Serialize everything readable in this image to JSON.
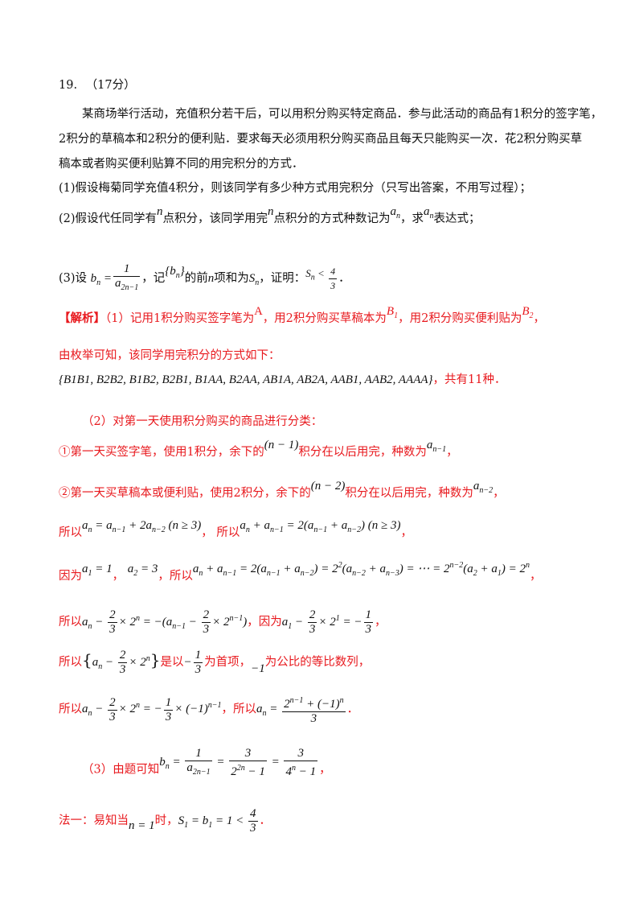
{
  "question": {
    "number": "19.",
    "points": "（17分）",
    "intro_1": "某商场举行活动，充值积分若干后，可以用积分购买特定商品．参与此活动的商品有1积分的签字笔，",
    "intro_2": "2积分的草稿本和2积分的便利贴．要求每天必须用积分购买商品且每天只能购买一次．花2积分购买草",
    "intro_3": "稿本或者购买便利贴算不同的用完积分的方式．",
    "part1": "(1)假设梅菊同学充值4积分，则该同学有多少种方式用完积分（只写出答案，不用写过程）；",
    "part2_a": "(2)假设代任同学有",
    "part2_b": "点积分，该同学用完",
    "part2_c": "点积分的方式种数记为",
    "part2_d": "，求",
    "part2_e": "表达式；",
    "part3_a": "(3)设",
    "part3_b": "，记",
    "part3_c": "的前",
    "part3_d": "项和为",
    "part3_e": "，证明：",
    "part3_f": "．"
  },
  "solution": {
    "label": "【解析】",
    "s1_a": "（1）记用1积分购买签字笔为",
    "s1_b": "，用2积分购买草稿本为",
    "s1_c": "，用2积分购买便利贴为",
    "s1_d": "，",
    "s1_enum_intro": "由枚举可知，该同学用完积分的方式如下：",
    "s1_set": "B1B1, B2B2, B1B2, B2B1, B1AA, B2AA, AB1A, AB2A, AAB1, AAB2, AAAA",
    "s1_count": "，共有11种．",
    "s2_title": "（2）对第一天使用积分购买的商品进行分类：",
    "s2_case1_a": "①第一天买签字笔，使用1积分，余下的",
    "s2_case1_b": "积分在以后用完，种数为",
    "s2_case1_c": "，",
    "s2_case2_a": "②第一天买草稿本或便利贴，使用2积分，余下的",
    "s2_case2_b": "积分在以后用完，种数为",
    "s2_case2_c": "，",
    "suoyi": "所以",
    "yinwei": "因为",
    "comma": "，",
    "period": "．",
    "shiyi": "是以",
    "weishouxiang": "为首项，",
    "gongbi": "为公比的等比数列，",
    "s3_title": "（3）由题可知",
    "method1_a": "法一：易知当",
    "method1_b": "时，"
  }
}
